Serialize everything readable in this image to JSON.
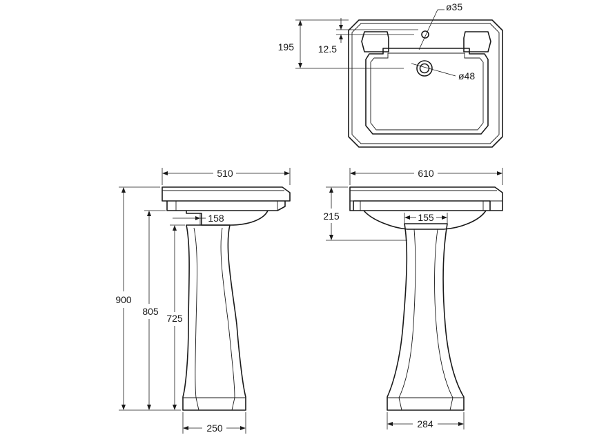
{
  "dimensions": {
    "tap_hole_diameter": "ø35",
    "waste_diameter": "ø48",
    "tap_hole_offset": "12.5",
    "waste_from_back": "195",
    "side_depth": "510",
    "front_width": "610",
    "side_pedestal_top": "158",
    "front_pedestal_top": "155",
    "bowl_drop": "215",
    "overall_height": "900",
    "rim_height": "805",
    "underside_height": "725",
    "side_pedestal_base": "250",
    "front_pedestal_base": "284"
  },
  "views": [
    "plan-view",
    "side-elevation",
    "front-elevation"
  ]
}
